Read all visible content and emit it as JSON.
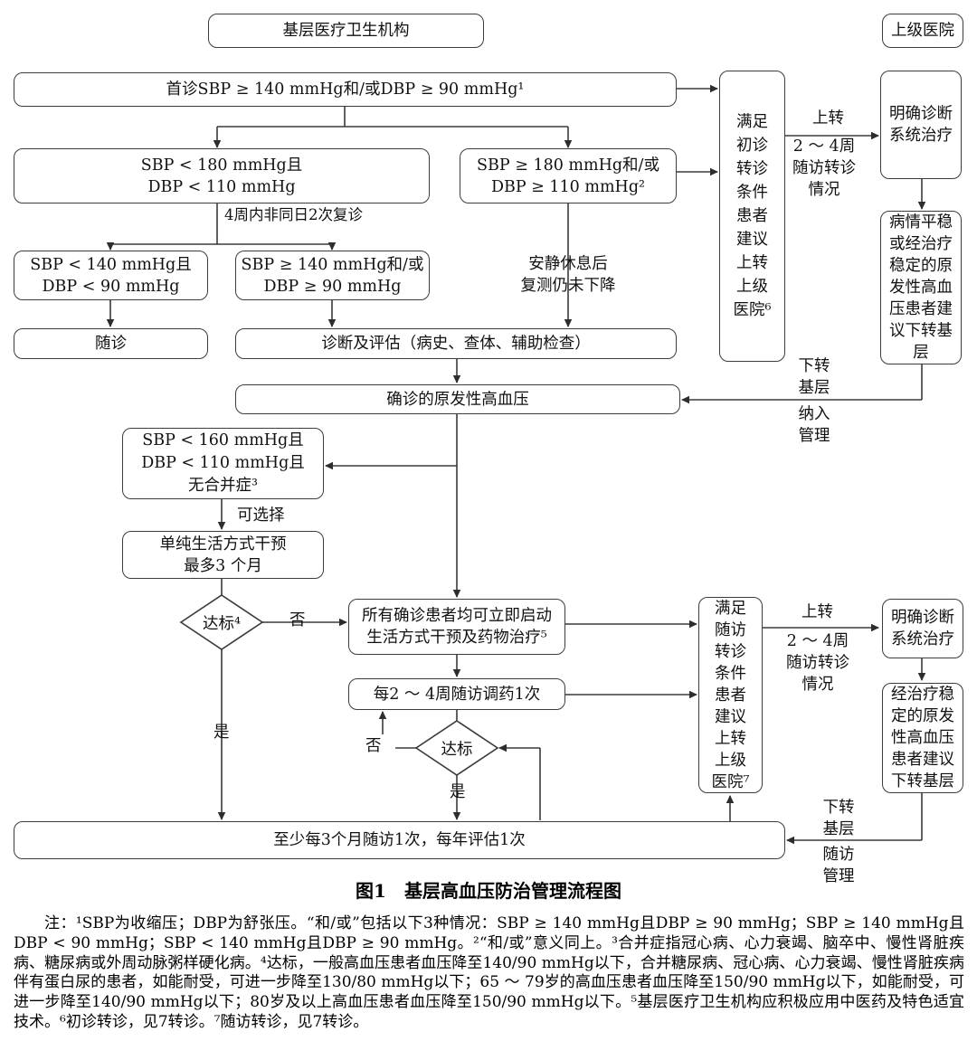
{
  "figure": {
    "caption": "图1　基层高血压防治管理流程图",
    "notes": "注：¹SBP为收缩压；DBP为舒张压。“和/或”包括以下3种情况：SBP ≥ 140 mmHg且DBP ≥ 90 mmHg；SBP ≥ 140 mmHg且DBP < 90 mmHg；SBP < 140 mmHg且DBP ≥ 90 mmHg。²“和/或”意义同上。³合并症指冠心病、心力衰竭、脑卒中、慢性肾脏疾病、糖尿病或外周动脉粥样硬化病。⁴达标，一般高血压患者血压降至140/90 mmHg以下，合并糖尿病、冠心病、心力衰竭、慢性肾脏疾病伴有蛋白尿的患者，如能耐受，可进一步降至130/80 mmHg以下；65 ～ 79岁的高血压患者血压降至150/90 mmHg以下，如能耐受，可进一步降至140/90 mmHg以下；80岁及以上高血压患者血压降至150/90 mmHg以下。⁵基层医疗卫生机构应积极应用中医药及特色适宜技术。⁶初诊转诊，见7转诊。⁷随访转诊，见7转诊。"
  },
  "headers": {
    "left": "基层医疗卫生机构",
    "right": "上级医院"
  },
  "nodes": {
    "first_visit": "首诊SBP ≥ 140 mmHg和/或DBP ≥ 90 mmHg¹",
    "sbp_lt180": [
      "SBP < 180 mmHg且",
      "DBP < 110 mmHg"
    ],
    "sbp_ge180": [
      "SBP ≥ 180 mmHg和/或",
      "DBP ≥ 110 mmHg²"
    ],
    "sbp_lt140": [
      "SBP < 140 mmHg且",
      "DBP < 90 mmHg"
    ],
    "sbp_ge140": [
      "SBP ≥ 140 mmHg和/或",
      "DBP ≥ 90 mmHg"
    ],
    "followup_visit": "随诊",
    "diagnosis_eval": "诊断及评估（病史、查体、辅助检查）",
    "confirmed": "确诊的原发性高血压",
    "sbp_lt160": [
      "SBP < 160 mmHg且",
      "DBP < 110 mmHg且",
      "无合并症³"
    ],
    "lifestyle_only": [
      "单纯生活方式干预",
      "最多3 个月"
    ],
    "goal1": "达标⁴",
    "all_patients": [
      "所有确诊患者均可立即启动",
      "生活方式干预及药物治疗⁵"
    ],
    "adjust_med": "每2 ～ 4周随访调药1次",
    "goal2": "达标",
    "regular_followup": "至少每3个月随访1次，每年评估1次",
    "referral_initial": [
      "满足",
      "初诊",
      "转诊",
      "条件",
      "患者",
      "建议",
      "上转",
      "上级",
      "医院⁶"
    ],
    "hospital_treat1": [
      "明确诊断",
      "系统治疗"
    ],
    "stable_down1": [
      "病情平稳",
      "或经治疗",
      "稳定的原",
      "发性高血",
      "压患者建",
      "议下转基",
      "层"
    ],
    "referral_followup": [
      "满足",
      "随访",
      "转诊",
      "条件",
      "患者",
      "建议",
      "上转",
      "上级",
      "医院⁷"
    ],
    "hospital_treat2": [
      "明确诊断",
      "系统治疗"
    ],
    "stable_down2": [
      "经治疗稳",
      "定的原发",
      "性高血压",
      "患者建议",
      "下转基层"
    ]
  },
  "labels": {
    "four_weeks": "4周内非同日2次复诊",
    "rest_recheck": [
      "安静休息后",
      "复测仍未下降"
    ],
    "optional": "可选择",
    "no1": "否",
    "yes1": "是",
    "no2": "否",
    "yes2": "是",
    "up_transfer1": "上转",
    "up_detail1": [
      "2 ～ 4周",
      "随访转诊",
      "情况"
    ],
    "down_transfer1": [
      "下转",
      "基层"
    ],
    "into_mgmt1": [
      "纳入",
      "管理"
    ],
    "up_transfer2": "上转",
    "up_detail2": [
      "2 ～ 4周",
      "随访转诊",
      "情况"
    ],
    "down_transfer2": [
      "下转",
      "基层"
    ],
    "followup_mgmt2": [
      "随访",
      "管理"
    ]
  },
  "colors": {
    "line": "#3a3a3a",
    "box_border": "#3c3c3c",
    "text": "#111111",
    "background": "#ffffff"
  }
}
